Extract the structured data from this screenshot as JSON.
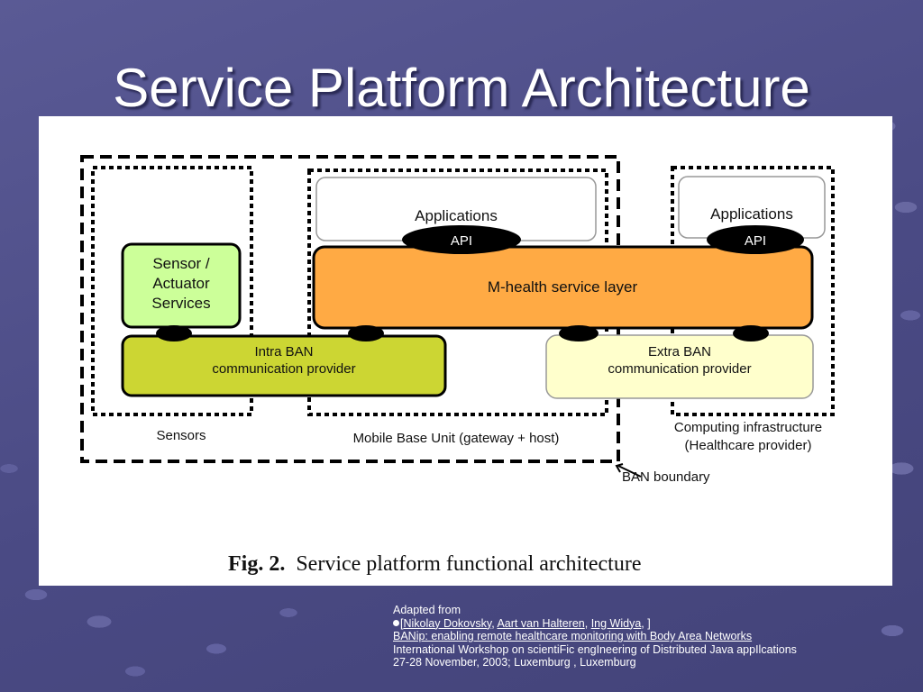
{
  "slide": {
    "title": "Service Platform Architecture"
  },
  "diagram": {
    "sensors_box_label": "Sensors",
    "sensor_services": [
      "Sensor /",
      "Actuator",
      "Services"
    ],
    "mobile_base_label": "Mobile Base Unit (gateway + host)",
    "computing_labels": [
      "Computing infrastructure",
      "(Healthcare provider)"
    ],
    "ban_boundary_label": "BAN boundary",
    "applications_left": "Applications",
    "applications_right": "Applications",
    "api_left": "API",
    "api_right": "API",
    "mhealth_layer": "M-health service layer",
    "intra_ban": [
      "Intra BAN",
      "communication provider"
    ],
    "extra_ban": [
      "Extra BAN",
      "communication provider"
    ],
    "fig_prefix": "Fig. 2.",
    "fig_caption": "Service platform functional architecture",
    "colors": {
      "sensor_services": "#ccff99",
      "mhealth": "#ffaa44",
      "intra_ban": "#ccd633",
      "extra_ban": "#ffffcc",
      "applications": "#ffffff"
    }
  },
  "caption": {
    "adapted_from": "Adapted from",
    "open_bracket": "[",
    "author1": "Nikolay Dokovsky",
    "sep1": ", ",
    "author2": "Aart van Halteren",
    "sep2": ", ",
    "author3": "Ing Widya",
    "close_bracket": ", ]",
    "paper_title": "BANip: enabling remote healthcare monitoring with Body Area Networks",
    "venue": "International Workshop on scientiFic engIneering of Distributed Java appIlcations",
    "date_place": "27-28 November, 2003; Luxemburg , Luxemburg"
  }
}
